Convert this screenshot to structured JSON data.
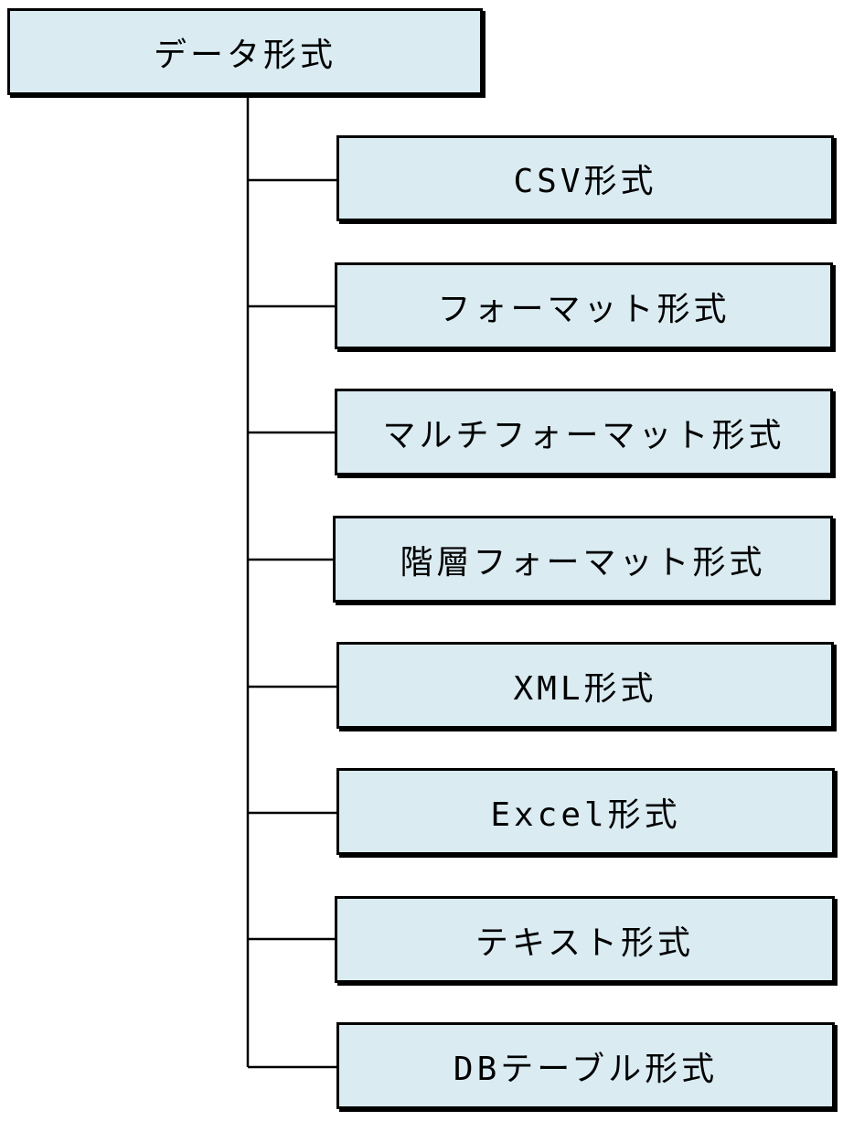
{
  "root": {
    "label": "データ形式"
  },
  "children": [
    {
      "label": "CSV形式"
    },
    {
      "label": "フォーマット形式"
    },
    {
      "label": "マルチフォーマット形式"
    },
    {
      "label": "階層フォーマット形式"
    },
    {
      "label": "XML形式"
    },
    {
      "label": "Excel形式"
    },
    {
      "label": "テキスト形式"
    },
    {
      "label": "DBテーブル形式"
    }
  ],
  "colors": {
    "node_fill": "#daebf2",
    "node_border": "#000000",
    "connector": "#000000"
  }
}
